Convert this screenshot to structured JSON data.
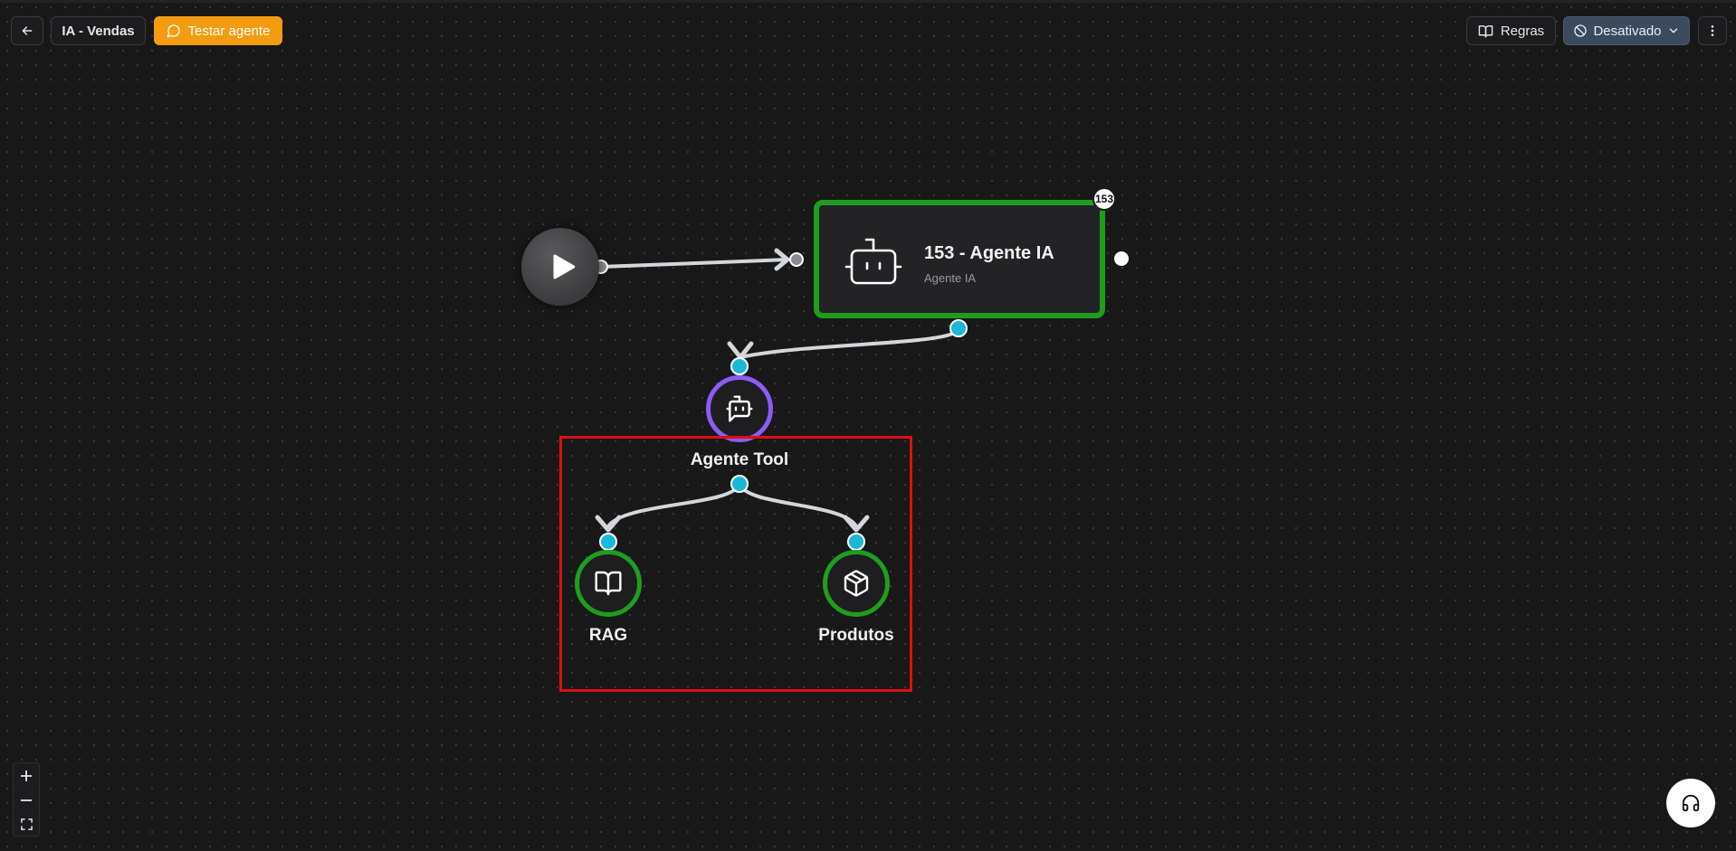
{
  "header": {
    "back_icon": "arrow-left-icon",
    "workflow_name": "IA - Vendas",
    "test_button_label": "Testar agente",
    "test_button_color": "#f39c12",
    "rules_label": "Regras",
    "status_label": "Desativado",
    "more_icon": "more-vertical-icon"
  },
  "canvas": {
    "start_node": {
      "icon": "play-icon"
    },
    "main_node": {
      "title": "153 - Agente IA",
      "subtitle": "Agente IA",
      "badge": "153",
      "icon": "robot-icon",
      "border_color": "#1f9d1f"
    },
    "tool_node": {
      "label": "Agente Tool",
      "icon": "bot-message-icon",
      "border_color": "#8b5cf6"
    },
    "rag_node": {
      "label": "RAG",
      "icon": "book-open-icon",
      "border_color": "#1f9d1f"
    },
    "products_node": {
      "label": "Produtos",
      "icon": "package-icon",
      "border_color": "#1f9d1f"
    },
    "handle_color": "#19b8d6",
    "selection_color": "#e00f0f"
  },
  "controls": {
    "zoom_in": "+",
    "zoom_out": "−",
    "fit_view_icon": "fullscreen-icon",
    "support_icon": "headset-icon"
  }
}
